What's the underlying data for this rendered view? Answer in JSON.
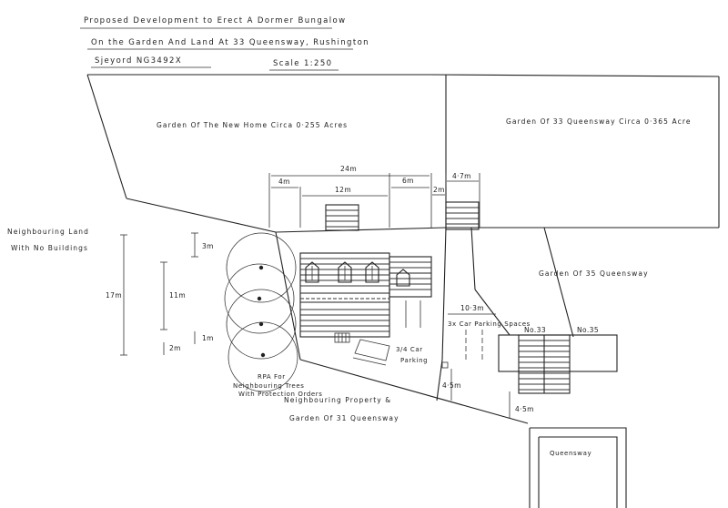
{
  "header": {
    "line1": "Proposed Development to Erect A Dormer Bungalow",
    "line2": "On the Garden And Land At 33 Queensway, Rushington",
    "grid_ref": "Sjeyord NG3492X",
    "scale": "Scale 1:250"
  },
  "labels": {
    "garden_new_home": "Garden Of The New Home Circa 0·255 Acres",
    "garden_33": "Garden Of 33 Queensway Circa 0·365 Acre",
    "neighbouring_land_1": "Neighbouring Land",
    "neighbouring_land_2": "With No Buildings",
    "garden_35": "Garden Of 35 Queensway",
    "parking_spaces": "3x Car Parking Spaces",
    "parking_new": "3/4 Car",
    "parking_new_2": "Parking",
    "rpa_1": "RPA For",
    "rpa_2": "Neighbouring Trees",
    "rpa_3": "With Protection Orders",
    "neighbouring_property_1": "Neighbouring Property &",
    "neighbouring_property_2": "Garden Of 31 Queensway",
    "no33": "No.33",
    "no35": "No.35",
    "road": "Queensway"
  },
  "dimensions": {
    "d24": "24m",
    "d4": "4m",
    "d12": "12m",
    "d6": "6m",
    "d2": "2m",
    "d47": "4·7m",
    "d3": "3m",
    "d11": "11m",
    "d17": "17m",
    "d1": "1m",
    "d2b": "2m",
    "d103": "10·3m",
    "d45a": "4·5m",
    "d45b": "4·5m"
  }
}
